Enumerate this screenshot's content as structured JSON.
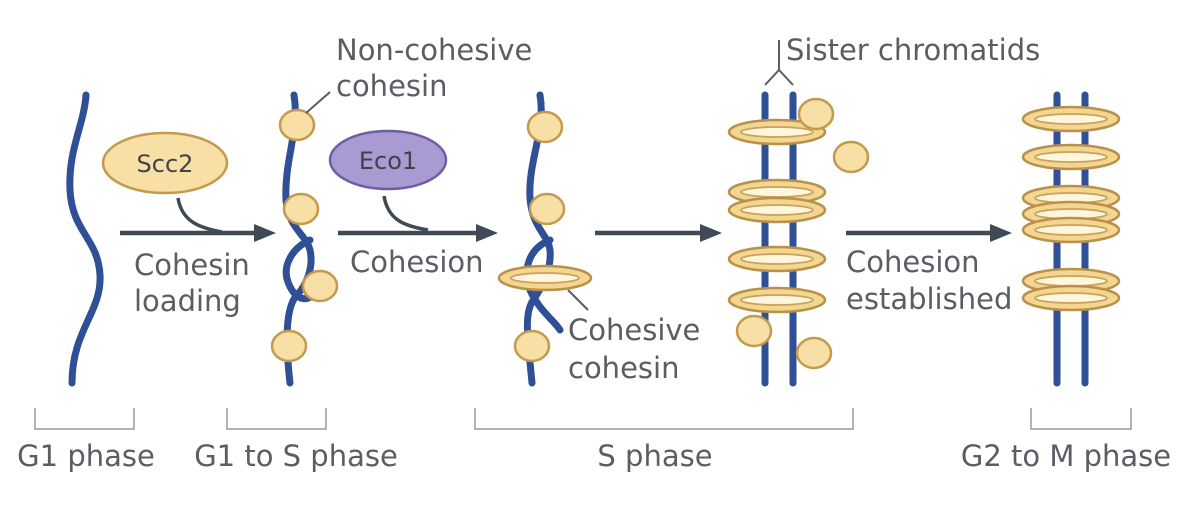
{
  "labels": {
    "non_cohesive": [
      "Non-cohesive",
      "cohesin"
    ],
    "sister_chromatids": "Sister chromatids",
    "scc2": "Scc2",
    "eco1": "Eco1",
    "cohesin_loading": [
      "Cohesin",
      "loading"
    ],
    "cohesion": "Cohesion",
    "cohesive_cohesin": [
      "Cohesive",
      "cohesin"
    ],
    "cohesion_established": [
      "Cohesion",
      "established"
    ]
  },
  "phases": [
    "G1 phase",
    "G1 to S phase",
    "S phase",
    "G2 to M phase"
  ],
  "colors": {
    "dna": "#2f4f96",
    "cohesin_fill": "#f7dfa6",
    "eco1_fill": "#a99ad1",
    "arrow": "#3f4a55"
  }
}
